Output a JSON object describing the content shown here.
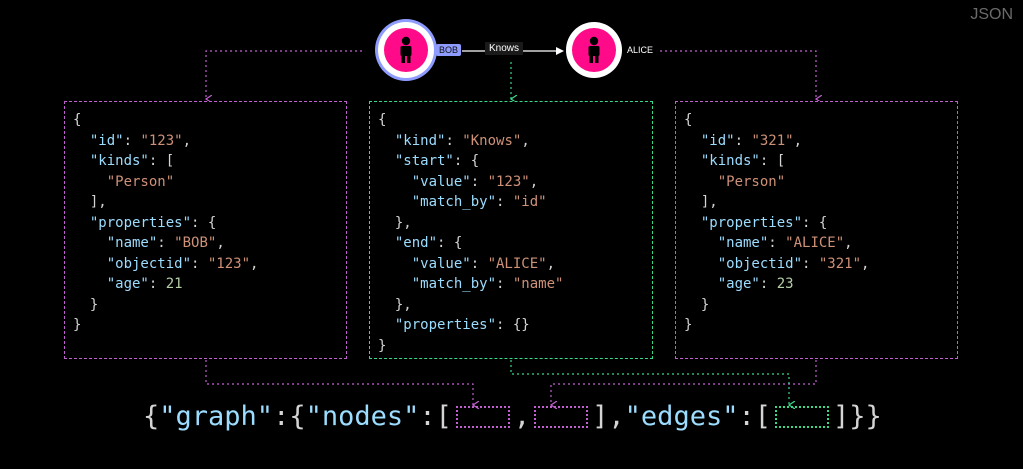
{
  "corner_label": "JSON",
  "graph": {
    "nodes": [
      {
        "caption": "BOB",
        "icon": "person-icon",
        "color": "#ff0a88"
      },
      {
        "caption": "ALICE",
        "icon": "person-icon",
        "color": "#ff0a88"
      }
    ],
    "edge_label": "Knows"
  },
  "panels": {
    "bob": {
      "id": "\"123\"",
      "kinds_item": "\"Person\"",
      "name": "\"BOB\"",
      "objectid": "\"123\"",
      "age": "21"
    },
    "edge": {
      "kind": "\"Knows\"",
      "start_value": "\"123\"",
      "start_match_by": "\"id\"",
      "end_value": "\"ALICE\"",
      "end_match_by": "\"name\"",
      "properties": "{}"
    },
    "alice": {
      "id": "\"321\"",
      "kinds_item": "\"Person\"",
      "name": "\"ALICE\"",
      "objectid": "\"321\"",
      "age": "23"
    }
  },
  "formula": {
    "open": "{",
    "graph_key": "\"graph\"",
    "nodes_key": "\"nodes\"",
    "edges_key": "\"edges\"",
    "close": "]}}"
  },
  "colors": {
    "node_border": "#c25fd0",
    "edge_border": "#3ad98a",
    "node_fill": "#ff0a88"
  }
}
